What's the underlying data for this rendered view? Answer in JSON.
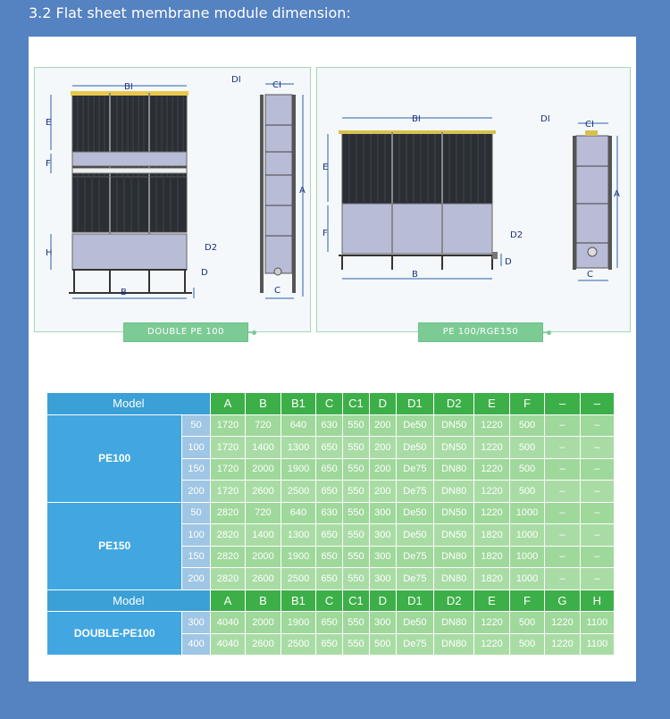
{
  "heading": "3.2 Flat sheet membrane module dimension:",
  "diagrams": [
    {
      "label": "DOUBLE PE 100",
      "dims": [
        "BI",
        "DI",
        "CI",
        "E",
        "F",
        "A",
        "H",
        "D2",
        "D",
        "B",
        "C"
      ]
    },
    {
      "label": "PE 100/RGE150",
      "dims": [
        "BI",
        "DI",
        "CI",
        "E",
        "A",
        "F",
        "D2",
        "D",
        "B",
        "C"
      ]
    }
  ],
  "table": {
    "header1": [
      "Model",
      "A",
      "B",
      "B1",
      "C",
      "C1",
      "D",
      "D1",
      "D2",
      "E",
      "F",
      "–",
      "–"
    ],
    "groups": [
      {
        "name": "PE100",
        "rows": [
          {
            "size": "50",
            "values": [
              "1720",
              "720",
              "640",
              "630",
              "550",
              "200",
              "De50",
              "DN50",
              "1220",
              "500",
              "–",
              "–"
            ]
          },
          {
            "size": "100",
            "values": [
              "1720",
              "1400",
              "1300",
              "650",
              "550",
              "200",
              "De50",
              "DN50",
              "1220",
              "500",
              "–",
              "–"
            ]
          },
          {
            "size": "150",
            "values": [
              "1720",
              "2000",
              "1900",
              "650",
              "550",
              "200",
              "De75",
              "DN80",
              "1220",
              "500",
              "–",
              "–"
            ]
          },
          {
            "size": "200",
            "values": [
              "1720",
              "2600",
              "2500",
              "650",
              "550",
              "200",
              "De75",
              "DN80",
              "1220",
              "500",
              "–",
              "–"
            ]
          }
        ]
      },
      {
        "name": "PE150",
        "rows": [
          {
            "size": "50",
            "values": [
              "2820",
              "720",
              "640",
              "630",
              "550",
              "300",
              "De50",
              "DN50",
              "1220",
              "1000",
              "–",
              "–"
            ]
          },
          {
            "size": "100",
            "values": [
              "2820",
              "1400",
              "1300",
              "650",
              "550",
              "300",
              "De50",
              "DN50",
              "1820",
              "1000",
              "–",
              "–"
            ]
          },
          {
            "size": "150",
            "values": [
              "2820",
              "2000",
              "1900",
              "650",
              "550",
              "300",
              "De75",
              "DN80",
              "1820",
              "1000",
              "–",
              "–"
            ]
          },
          {
            "size": "200",
            "values": [
              "2820",
              "2600",
              "2500",
              "650",
              "550",
              "300",
              "De75",
              "DN80",
              "1820",
              "1000",
              "–",
              "–"
            ]
          }
        ]
      }
    ],
    "header2": [
      "Model",
      "A",
      "B",
      "B1",
      "C",
      "C1",
      "D",
      "D1",
      "D2",
      "E",
      "F",
      "G",
      "H"
    ],
    "group3": {
      "name": "DOUBLE-PE100",
      "rows": [
        {
          "size": "300",
          "values": [
            "4040",
            "2000",
            "1900",
            "650",
            "550",
            "300",
            "De50",
            "DN80",
            "1220",
            "500",
            "1220",
            "1100"
          ]
        },
        {
          "size": "400",
          "values": [
            "4040",
            "2600",
            "2500",
            "650",
            "550",
            "500",
            "De75",
            "DN80",
            "1220",
            "500",
            "1220",
            "1100"
          ]
        }
      ]
    }
  }
}
